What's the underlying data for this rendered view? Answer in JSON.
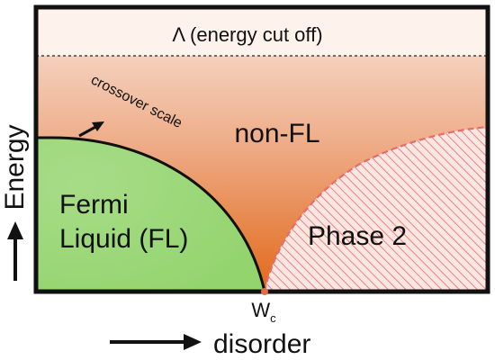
{
  "labels": {
    "cutoff": "Λ (energy cut off)",
    "crossover": "crossover scale",
    "non_fl": "non-FL",
    "fl_line1": "Fermi",
    "fl_line2": "Liquid (FL)",
    "phase2": "Phase 2",
    "critical_main": "W",
    "critical_sub": "c",
    "y_axis": "Energy",
    "x_axis": "disorder"
  },
  "colors": {
    "frame": "#111111",
    "cutoff_band": "#fdf3ec",
    "gradient_top": "#f7e4d8",
    "gradient_bottom": "#e2691a",
    "fermi_liquid": "#a7dc87",
    "fermi_liquid_dark": "#93d46e",
    "phase2_fill": "#fbe6e2",
    "phase2_hatch": "#e86a6a",
    "critical_point": "#e26b4a"
  },
  "icons": {
    "crossover_arrow": "arrow-icon",
    "energy_arrow": "up-arrow-icon",
    "disorder_arrow": "right-arrow-icon"
  }
}
